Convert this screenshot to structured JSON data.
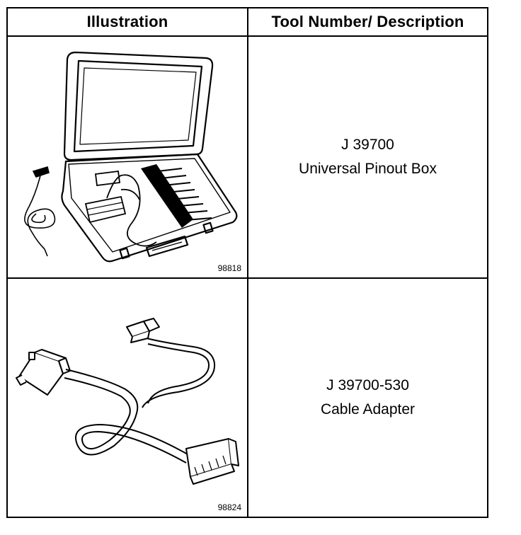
{
  "table": {
    "headers": {
      "illustration": "Illustration",
      "description": "Tool Number/ Description"
    },
    "rows": [
      {
        "tool_number": "J 39700",
        "description": "Universal Pinout Box",
        "figure_number": "98818",
        "illustration_icon": "pinout-box-case-icon"
      },
      {
        "tool_number": "J 39700-530",
        "description": "Cable Adapter",
        "figure_number": "98824",
        "illustration_icon": "cable-adapter-icon"
      }
    ]
  }
}
